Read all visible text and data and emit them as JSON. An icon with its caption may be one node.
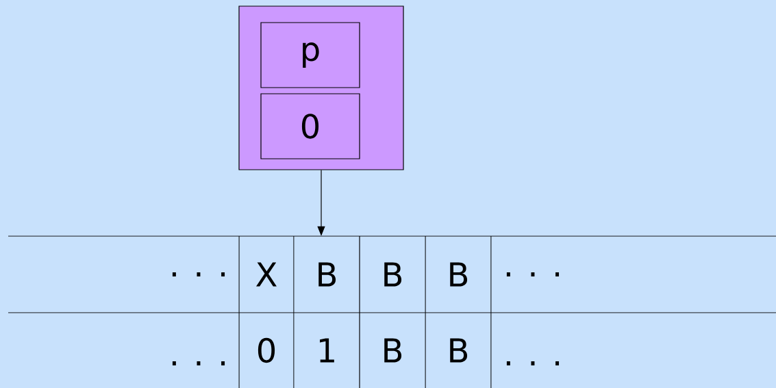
{
  "diagram": {
    "nodes": [
      {
        "text": [],
        "shape": "box"
      },
      {
        "text": [
          "p"
        ],
        "in": 0
      },
      {
        "text": [
          "0"
        ],
        "in": 0
      },
      {
        "text": [
          "X"
        ]
      },
      {
        "text": [
          "B"
        ]
      },
      {
        "text": [
          "B"
        ]
      },
      {
        "text": [
          "B"
        ]
      },
      {
        "text": [
          "0"
        ]
      },
      {
        "text": [
          "1"
        ]
      },
      {
        "text": [
          "B"
        ]
      },
      {
        "text": [
          "B"
        ]
      }
    ],
    "edges": [
      {
        "from": 0,
        "to": 4,
        "arrow": "to"
      }
    ],
    "labels": [
      ". . .",
      ". . .",
      ". . .",
      ". . ."
    ]
  }
}
